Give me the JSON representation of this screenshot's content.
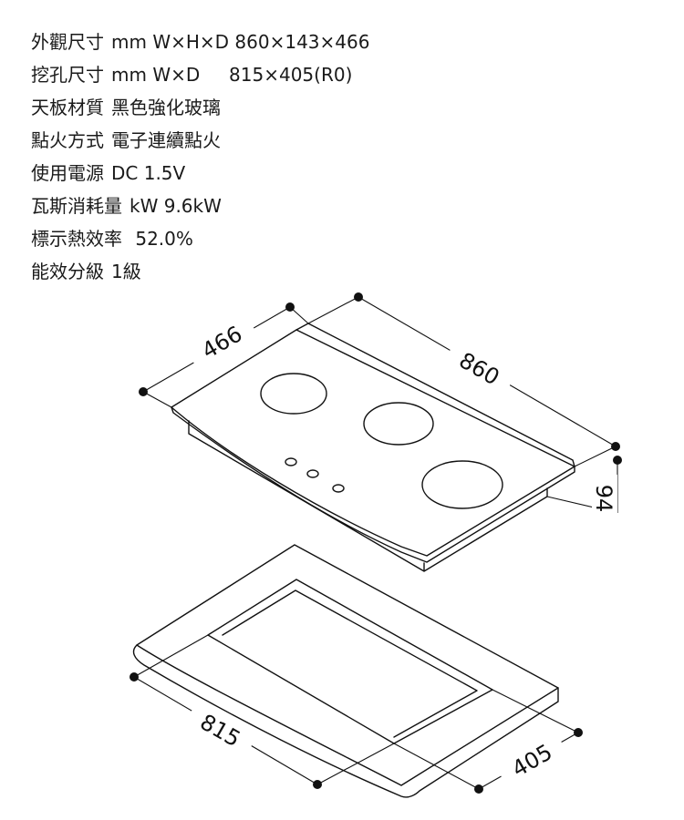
{
  "specs": [
    {
      "label": "外觀尺寸",
      "value": "mm W×H×D 860×143×466"
    },
    {
      "label": "挖孔尺寸",
      "value": "mm W×D     815×405(R0)"
    },
    {
      "label": "天板材質",
      "value": "黑色強化玻璃"
    },
    {
      "label": "點火方式",
      "value": "電子連續點火"
    },
    {
      "label": "使用電源",
      "value": "DC 1.5V"
    },
    {
      "label": "瓦斯消耗量",
      "value": "kW 9.6kW"
    },
    {
      "label": "標示熱效率",
      "value": " 52.0%"
    },
    {
      "label": "能效分級",
      "value": "1級"
    }
  ],
  "dimensions": {
    "depth": "466",
    "width": "860",
    "height": "94",
    "cutout_width": "815",
    "cutout_depth": "405"
  },
  "colors": {
    "line": "#111111",
    "background": "#ffffff"
  }
}
